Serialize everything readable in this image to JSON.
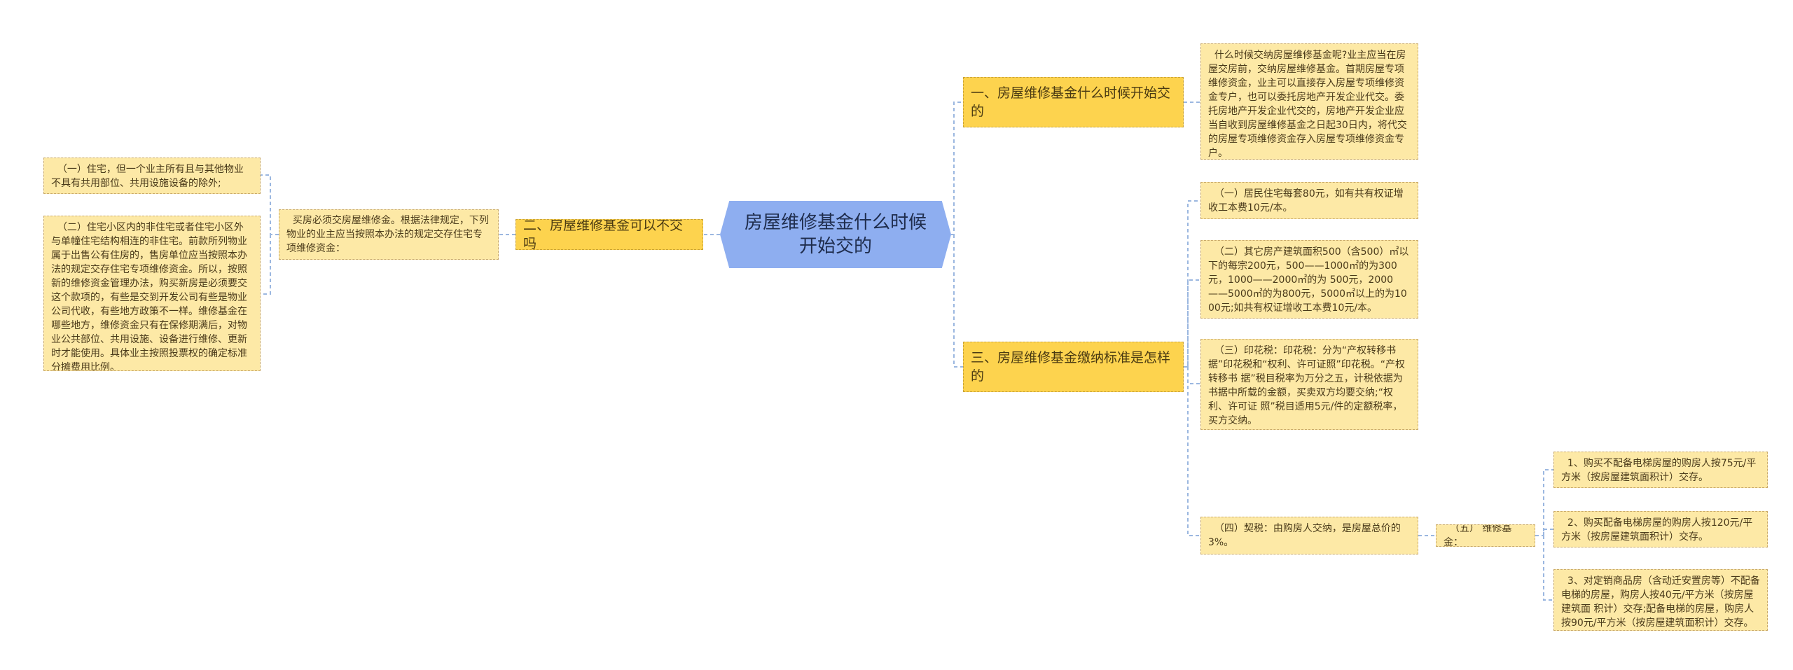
{
  "mindmap": {
    "root": "房屋维修基金什么时候开始交的",
    "branch_1": {
      "label": "一、房屋维修基金什么时候开始交的",
      "leaf": "  什么时候交纳房屋维修基金呢?业主应当在房屋交房前，交纳房屋维修基金。首期房屋专项维修资金，业主可以直接存入房屋专项维修资金专户，也可以委托房地产开发企业代交。委托房地产开发企业代交的，房地产开发企业应当自收到房屋维修基金之日起30日内，将代交的房屋专项维修资金存入房屋专项维修资金专户。"
    },
    "branch_2": {
      "label": "二、房屋维修基金可以不交吗",
      "mid": "  买房必须交房屋维修金。根据法律规定，下列物业的业主应当按照本办法的规定交存住宅专项维修资金：",
      "leaf_1": "  （一）住宅，但一个业主所有且与其他物业不具有共用部位、共用设施设备的除外;",
      "leaf_2": "  （二）住宅小区内的非住宅或者住宅小区外与单幢住宅结构相连的非住宅。前款所列物业属于出售公有住房的，售房单位应当按照本办法的规定交存住宅专项维修资金。所以，按照新的维修资金管理办法，购买新房是必须要交这个款项的，有些是交到开发公司有些是物业公司代收，有些地方政策不一样。维修基金在哪些地方，维修资金只有在保修期满后，对物业公共部位、共用设施、设备进行维修、更新时才能使用。具体业主按照投票权的确定标准分摊费用比例。"
    },
    "branch_3": {
      "label": "三、房屋维修基金缴纳标准是怎样的",
      "leaf_1": "  （一）居民住宅每套80元，如有共有权证增收工本费10元/本。",
      "leaf_2": "  （二）其它房产建筑面积500（含500）㎡以下的每宗200元，500——1000㎡的为300元，1000——2000㎡的为 500元，2000——5000㎡的为800元，5000㎡以上的为1000元;如共有权证增收工本费10元/本。",
      "leaf_3": "  （三）印花税：印花税：分为“产权转移书据”印花税和“权利、许可证照”印花税。“产权转移书 据”税目税率为万分之五，计税依据为书据中所载的金额，买卖双方均要交纳;“权利、许可证 照”税目适用5元/件的定额税率，买方交纳。",
      "leaf_4": "  （四）契税：由购房人交纳，是房屋总价的3%。",
      "sub_mid": "  （五） 维修基金：",
      "sub_1": "  1、购买不配备电梯房屋的购房人按75元/平方米（按房屋建筑面积计）交存。",
      "sub_2": "  2、购买配备电梯房屋的购房人按120元/平方米（按房屋建筑面积计）交存。",
      "sub_3": "  3、对定销商品房（含动迁安置房等）不配备电梯的房屋，购房人按40元/平方米（按房屋建筑面 积计）交存;配备电梯的房屋，购房人按90元/平方米（按房屋建筑面积计）交存。"
    }
  },
  "colors": {
    "root_fill": "#8eaef0",
    "branch_fill": "#fdd34e",
    "leaf_fill": "#fde9a6",
    "connector": "#9bb7e0"
  }
}
